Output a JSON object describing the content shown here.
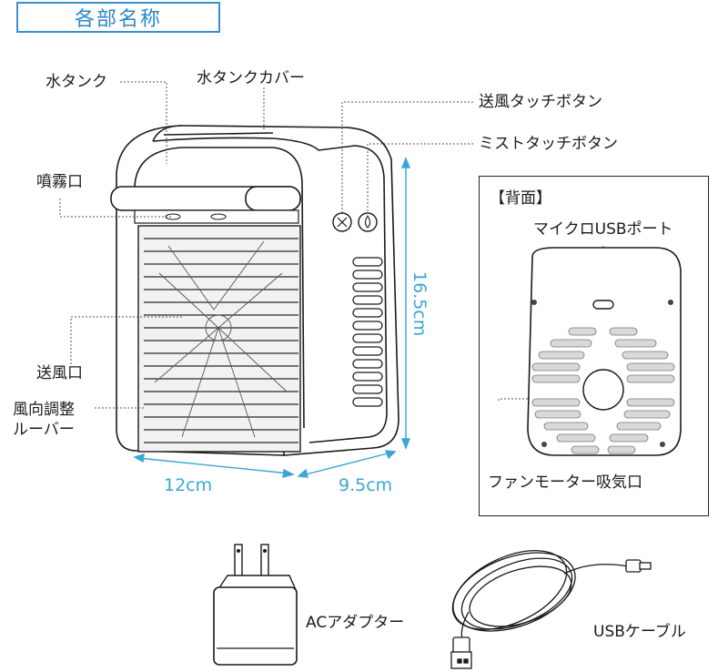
{
  "header": {
    "title": "各部名称"
  },
  "labels": {
    "water_tank": "水タンク",
    "water_tank_cover": "水タンクカバー",
    "fan_touch_button": "送風タッチボタン",
    "mist_touch_button": "ミストタッチボタン",
    "mist_outlet": "噴霧口",
    "air_outlet": "送風口",
    "louver_line1": "風向調整",
    "louver_line2": "ルーバー"
  },
  "dimensions": {
    "height": "16.5cm",
    "width": "12cm",
    "depth": "9.5cm"
  },
  "back_panel": {
    "title": "【背面】",
    "usb_port": "マイクロUSBポート",
    "fan_intake": "ファンモーター吸気口"
  },
  "accessories": {
    "ac_adapter": "ACアダプター",
    "usb_cable": "USBケーブル"
  },
  "colors": {
    "accent": "#3a8fd0",
    "dimension": "#3ba6d6",
    "line": "#1a1a1a"
  }
}
